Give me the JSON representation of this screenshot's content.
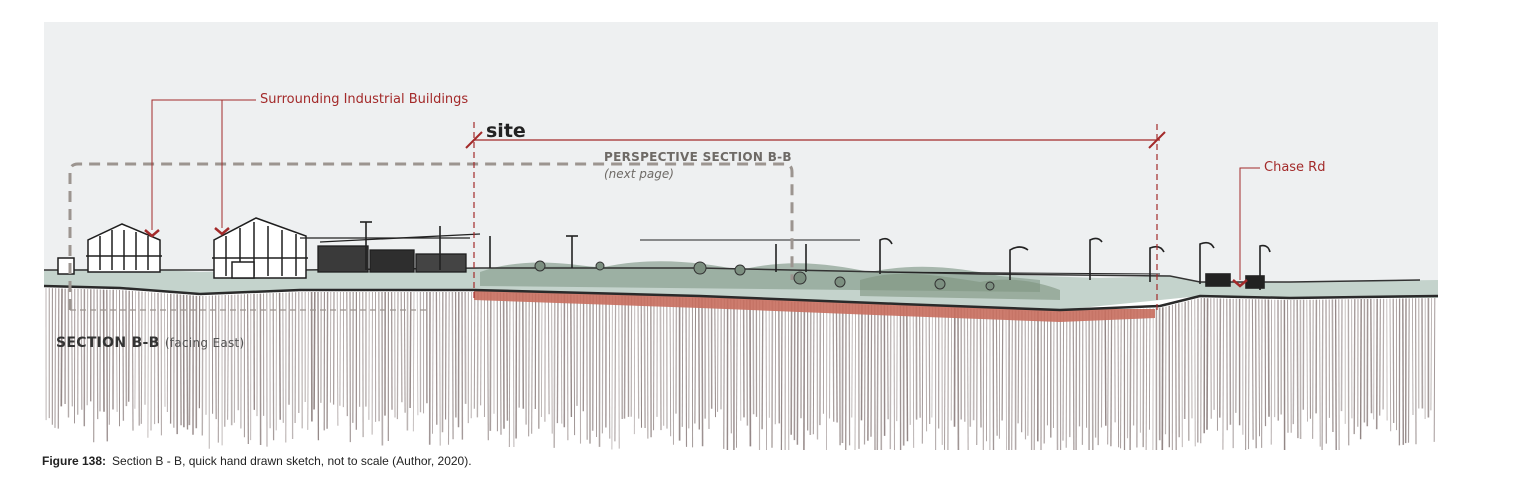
{
  "labels": {
    "industrial": "Surrounding Industrial Buildings",
    "site": "site",
    "perspective_title": "PERSPECTIVE SECTION B-B",
    "perspective_sub": "(next page)",
    "chase_rd": "Chase Rd",
    "section_title": "SECTION B-B",
    "section_sub": "(facing East)"
  },
  "caption": {
    "figure": "Figure 138:",
    "text": "Section B - B, quick hand drawn sketch, not to scale (Author, 2020)."
  },
  "colors": {
    "sky": "#eef0f1",
    "ground": "#c4d3cc",
    "vegetation": "#8fa496",
    "soil_red": "#c86e5e",
    "annotation": "#a32a2a",
    "hatch": "#8d807f",
    "dashed": "#9c9590"
  }
}
